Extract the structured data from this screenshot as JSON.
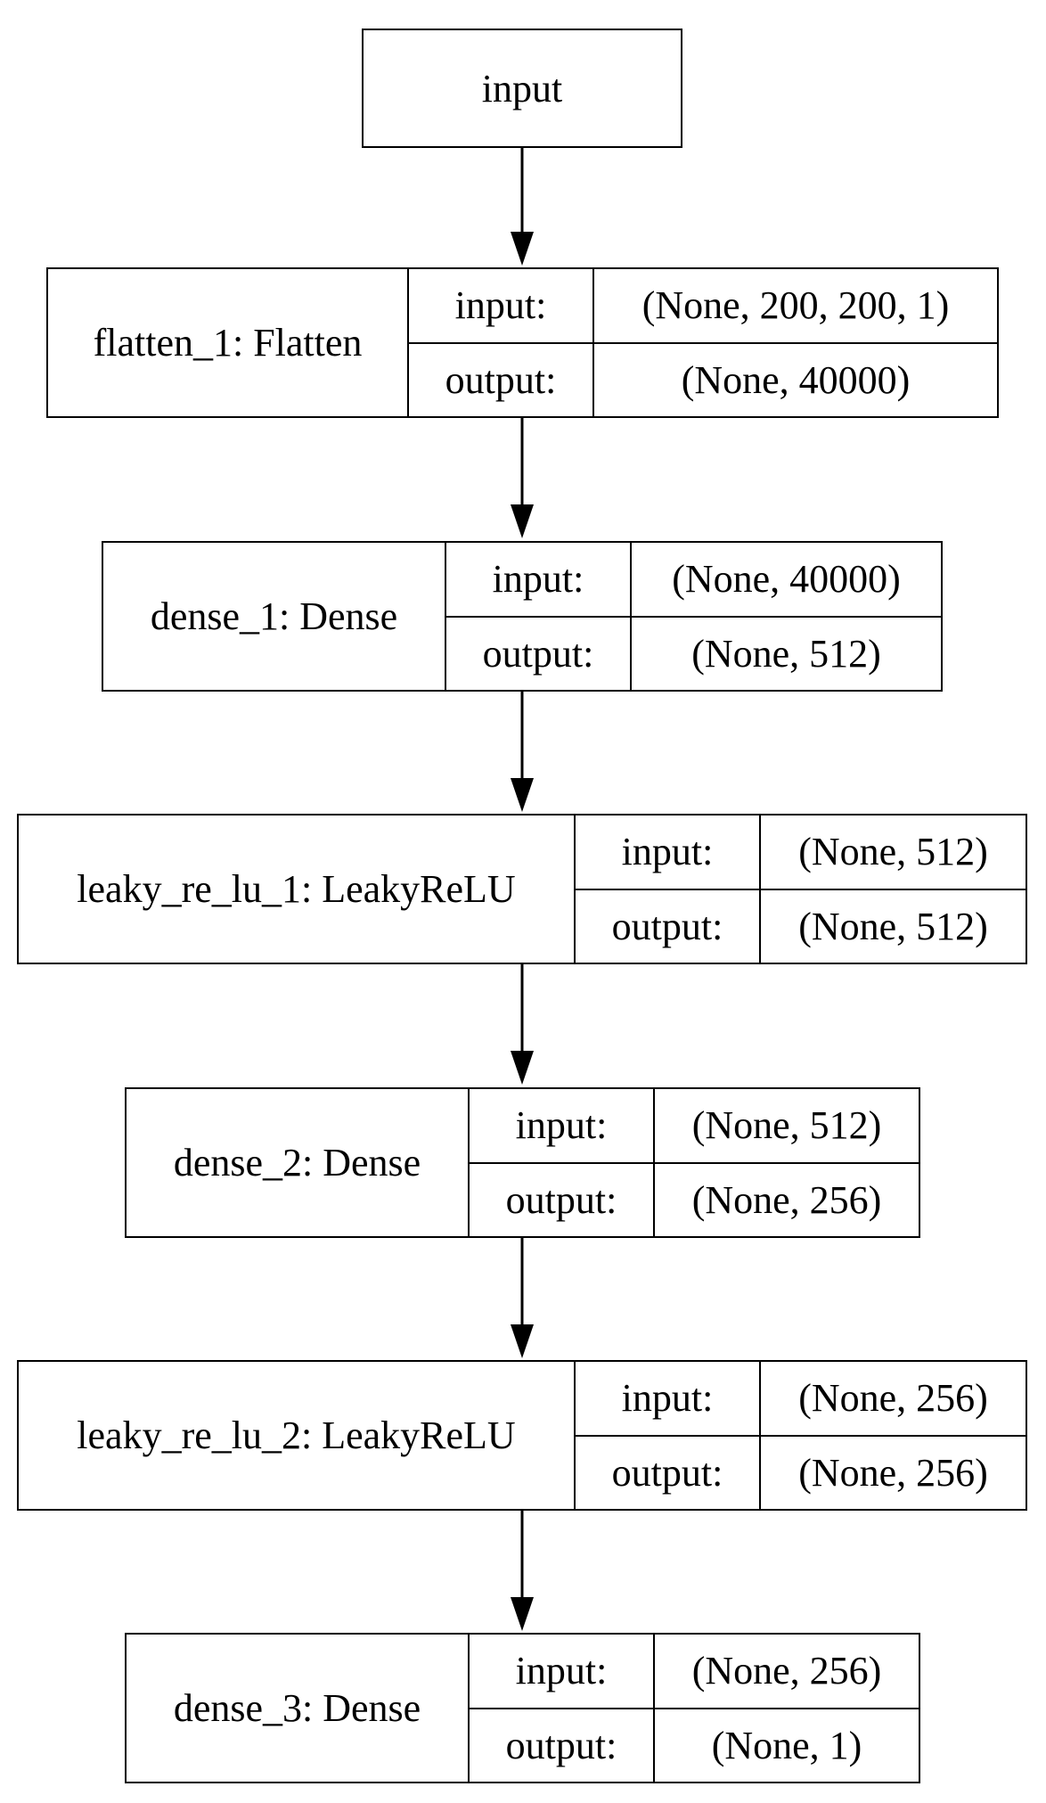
{
  "input_node": {
    "label": "input"
  },
  "layers": [
    {
      "name": "flatten_1: Flatten",
      "input_label": "input:",
      "output_label": "output:",
      "input_shape": "(None, 200, 200, 1)",
      "output_shape": "(None, 40000)"
    },
    {
      "name": "dense_1: Dense",
      "input_label": "input:",
      "output_label": "output:",
      "input_shape": "(None, 40000)",
      "output_shape": "(None, 512)"
    },
    {
      "name": "leaky_re_lu_1: LeakyReLU",
      "input_label": "input:",
      "output_label": "output:",
      "input_shape": "(None, 512)",
      "output_shape": "(None, 512)"
    },
    {
      "name": "dense_2: Dense",
      "input_label": "input:",
      "output_label": "output:",
      "input_shape": "(None, 512)",
      "output_shape": "(None, 256)"
    },
    {
      "name": "leaky_re_lu_2: LeakyReLU",
      "input_label": "input:",
      "output_label": "output:",
      "input_shape": "(None, 256)",
      "output_shape": "(None, 256)"
    },
    {
      "name": "dense_3: Dense",
      "input_label": "input:",
      "output_label": "output:",
      "input_shape": "(None, 256)",
      "output_shape": "(None, 1)"
    }
  ]
}
